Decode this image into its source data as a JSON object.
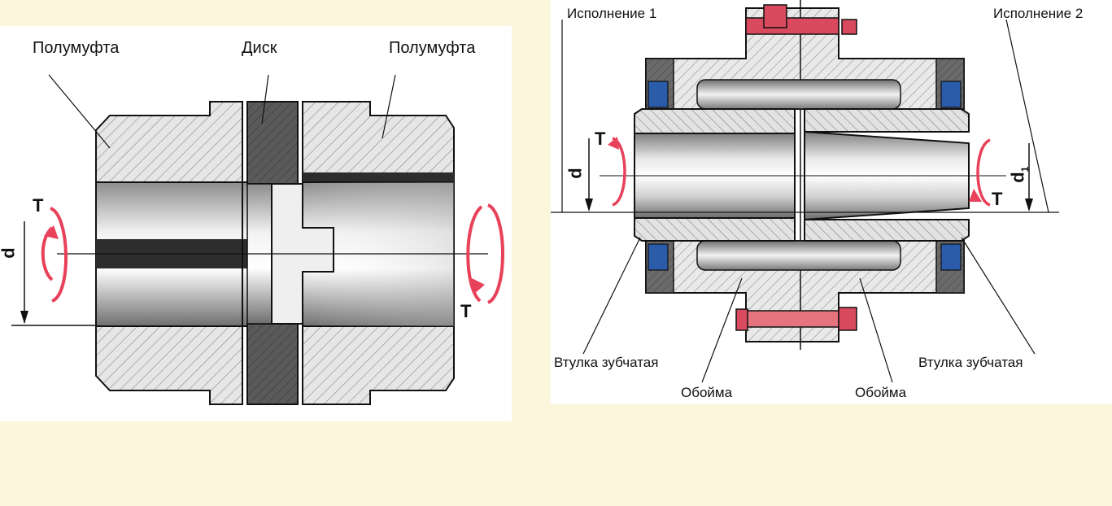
{
  "left_figure": {
    "labels": {
      "half_coupling_left": "Полумуфта",
      "disk": "Диск",
      "half_coupling_right": "Полумуфта",
      "torque_left": "T",
      "torque_right": "T",
      "diameter": "d"
    }
  },
  "right_figure": {
    "labels": {
      "version_1": "Исполнение 1",
      "version_2": "Исполнение 2",
      "torque_left": "T",
      "torque_right": "T",
      "diameter": "d",
      "diameter_1": "d",
      "diameter_1_subscript": "1",
      "toothed_sleeve_left": "Втулка зубчатая",
      "toothed_sleeve_right": "Втулка зубчатая",
      "cage_left": "Обойма",
      "cage_right": "Обойма"
    }
  },
  "colors": {
    "background": "#fcf6dc",
    "torque_arrow": "#e8415a",
    "solid_part": "#555555",
    "seal": "#2a5caa"
  }
}
